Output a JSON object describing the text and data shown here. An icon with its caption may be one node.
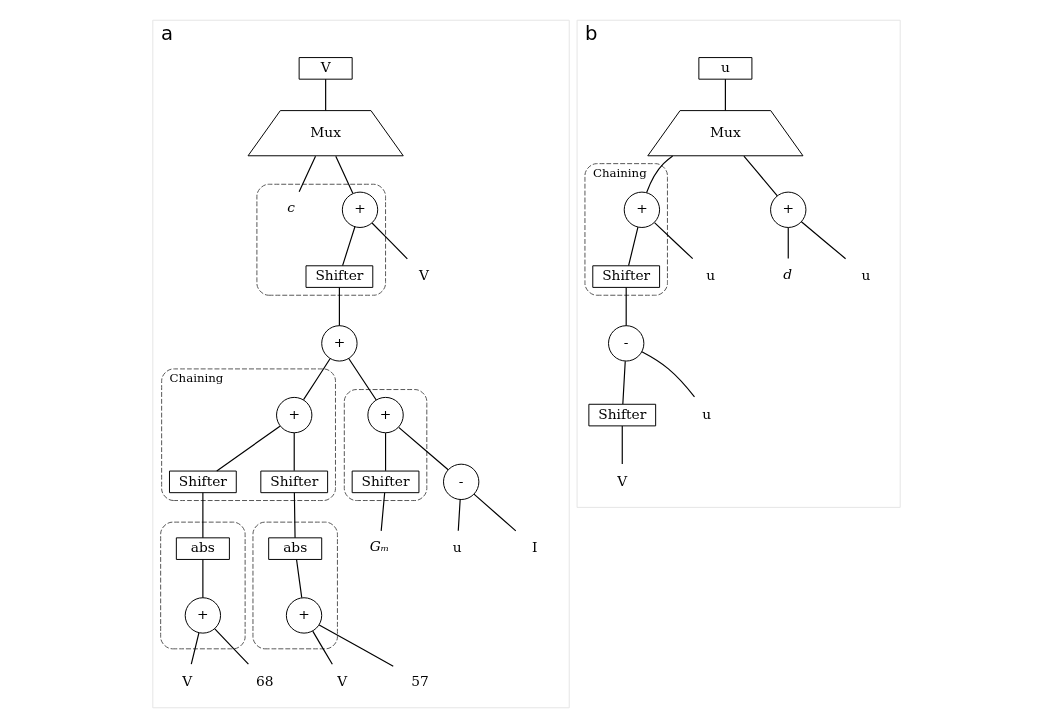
{
  "diagram": {
    "nodes": [
      {
        "text": [
          "a"
        ]
      },
      {
        "text": [
          "V"
        ],
        "in": 0
      },
      {
        "text": [
          "Mux"
        ],
        "in": 0
      },
      {
        "text": [],
        "shape": "box",
        "in": 0
      },
      {
        "text": [
          "+"
        ],
        "in": 3
      },
      {
        "text": [
          "c"
        ],
        "in": 3
      },
      {
        "text": [
          "V"
        ],
        "in": 0
      },
      {
        "text": [
          "Shifter"
        ],
        "in": 3
      },
      {
        "text": [
          "+"
        ],
        "in": 0
      },
      {
        "text": [
          "Chaining"
        ],
        "in": 0
      },
      {
        "text": [
          "+"
        ],
        "in": 9
      },
      {
        "text": [
          "Shifter"
        ],
        "in": 9
      },
      {
        "text": [
          "Shifter"
        ],
        "in": 9
      },
      {
        "text": [],
        "shape": "box",
        "in": 0
      },
      {
        "text": [
          "+"
        ],
        "in": 13
      },
      {
        "text": [
          "Shifter"
        ],
        "in": 13
      },
      {
        "text": [],
        "shape": "ellipse",
        "in": 0
      },
      {
        "text": [
          "abs"
        ],
        "in": 16
      },
      {
        "text": [
          "+"
        ],
        "in": 16
      },
      {
        "text": [],
        "shape": "ellipse",
        "in": 0
      },
      {
        "text": [
          "abs"
        ],
        "in": 19
      },
      {
        "text": [
          "+"
        ],
        "in": 19
      },
      {
        "text": [
          "Gₘ"
        ],
        "in": 0
      },
      {
        "text": [
          "-"
        ],
        "in": 0
      },
      {
        "text": [
          "V"
        ],
        "in": 0
      },
      {
        "text": [
          "68"
        ],
        "in": 0
      },
      {
        "text": [
          "V"
        ],
        "in": 0
      },
      {
        "text": [
          "57"
        ],
        "in": 0
      },
      {
        "text": [
          "u"
        ],
        "in": 0
      },
      {
        "text": [
          "I"
        ],
        "in": 0
      },
      {
        "text": [
          "b"
        ]
      },
      {
        "text": [
          "u"
        ],
        "in": 30
      },
      {
        "text": [
          "Mux"
        ],
        "in": 30
      },
      {
        "text": [
          "Chaining"
        ],
        "in": 30
      },
      {
        "text": [
          "+"
        ],
        "in": 33
      },
      {
        "text": [
          "u"
        ],
        "in": 30
      },
      {
        "text": [
          "Shifter"
        ],
        "in": 33
      },
      {
        "text": [
          "+"
        ],
        "in": 30
      },
      {
        "text": [
          "-"
        ],
        "in": 30
      },
      {
        "text": [
          "d"
        ],
        "in": 30
      },
      {
        "text": [
          "u"
        ],
        "in": 30
      },
      {
        "text": [
          "Shifter"
        ],
        "in": 30
      },
      {
        "text": [
          "u"
        ],
        "in": 30
      },
      {
        "text": [
          "V"
        ],
        "in": 30
      }
    ],
    "edges": [
      {
        "from": 1,
        "to": 2,
        "arrow": "none"
      },
      {
        "from": 2,
        "to": 4,
        "arrow": "none"
      },
      {
        "from": 2,
        "to": 5,
        "arrow": "none"
      },
      {
        "from": 4,
        "to": 6,
        "arrow": "none"
      },
      {
        "from": 4,
        "to": 7,
        "arrow": "none"
      },
      {
        "from": 7,
        "to": 8,
        "arrow": "none"
      },
      {
        "from": 8,
        "to": 10,
        "arrow": "none"
      },
      {
        "from": 8,
        "to": 14,
        "arrow": "none"
      },
      {
        "from": 10,
        "to": 11,
        "arrow": "none"
      },
      {
        "from": 10,
        "to": 12,
        "arrow": "none"
      },
      {
        "from": 11,
        "to": 17,
        "arrow": "none"
      },
      {
        "from": 12,
        "to": 20,
        "arrow": "none"
      },
      {
        "from": 17,
        "to": 18,
        "arrow": "none"
      },
      {
        "from": 20,
        "to": 21,
        "arrow": "none"
      },
      {
        "from": 18,
        "to": 24,
        "arrow": "none"
      },
      {
        "from": 18,
        "to": 25,
        "arrow": "none"
      },
      {
        "from": 21,
        "to": 26,
        "arrow": "none"
      },
      {
        "from": 21,
        "to": 27,
        "arrow": "none"
      },
      {
        "from": 14,
        "to": 23,
        "arrow": "none"
      },
      {
        "from": 14,
        "to": 15,
        "arrow": "none"
      },
      {
        "from": 15,
        "to": 22,
        "arrow": "none"
      },
      {
        "from": 23,
        "to": 28,
        "arrow": "none"
      },
      {
        "from": 23,
        "to": 29,
        "arrow": "none"
      },
      {
        "from": 31,
        "to": 32,
        "arrow": "none"
      },
      {
        "from": 32,
        "to": 34,
        "arrow": "none"
      },
      {
        "from": 32,
        "to": 37,
        "arrow": "none"
      },
      {
        "from": 34,
        "to": 35,
        "arrow": "none"
      },
      {
        "from": 34,
        "to": 36,
        "arrow": "none"
      },
      {
        "from": 36,
        "to": 38,
        "arrow": "none"
      },
      {
        "from": 38,
        "to": 41,
        "arrow": "none"
      },
      {
        "from": 38,
        "to": 42,
        "arrow": "none"
      },
      {
        "from": 37,
        "to": 39,
        "arrow": "none"
      },
      {
        "from": 37,
        "to": 40,
        "arrow": "none"
      },
      {
        "from": 41,
        "to": 43,
        "arrow": "none"
      }
    ]
  }
}
